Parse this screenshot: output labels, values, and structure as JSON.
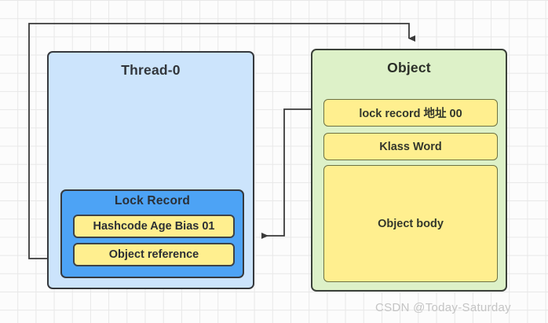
{
  "diagram": {
    "title": "Java object lightweight lock / lock record mapping",
    "background": {
      "grid_color": "#e8e8e8",
      "canvas_color": "#fcfcfc"
    },
    "thread": {
      "title": "Thread-0",
      "fill": "#cce4fc",
      "stroke": "#36393d",
      "lock_record": {
        "title": "Lock Record",
        "fill": "#4da3f5",
        "stroke": "#36393d",
        "rows": [
          {
            "label": "Hashcode Age Bias 01",
            "fill": "#ffef8f"
          },
          {
            "label": "Object reference",
            "fill": "#ffef8f"
          }
        ]
      }
    },
    "object": {
      "title": "Object",
      "fill": "#ddf1c8",
      "stroke": "#3c423a",
      "rows": [
        {
          "label": "lock record 地址 00",
          "fill": "#ffef8f"
        },
        {
          "label": "Klass Word",
          "fill": "#ffef8f"
        },
        {
          "label": "Object body",
          "fill": "#ffef8f"
        }
      ]
    },
    "connectors": [
      {
        "name": "object-reference-to-object",
        "from": "Object reference",
        "to": "Object",
        "arrowhead": "down",
        "color": "#3a3a3a"
      },
      {
        "name": "lock-record-address-to-lock-record",
        "from": "lock record 地址 00",
        "to": "Lock Record",
        "arrowhead": "left",
        "color": "#3a3a3a"
      }
    ]
  },
  "watermark": {
    "text": "CSDN @Today-Saturday"
  }
}
